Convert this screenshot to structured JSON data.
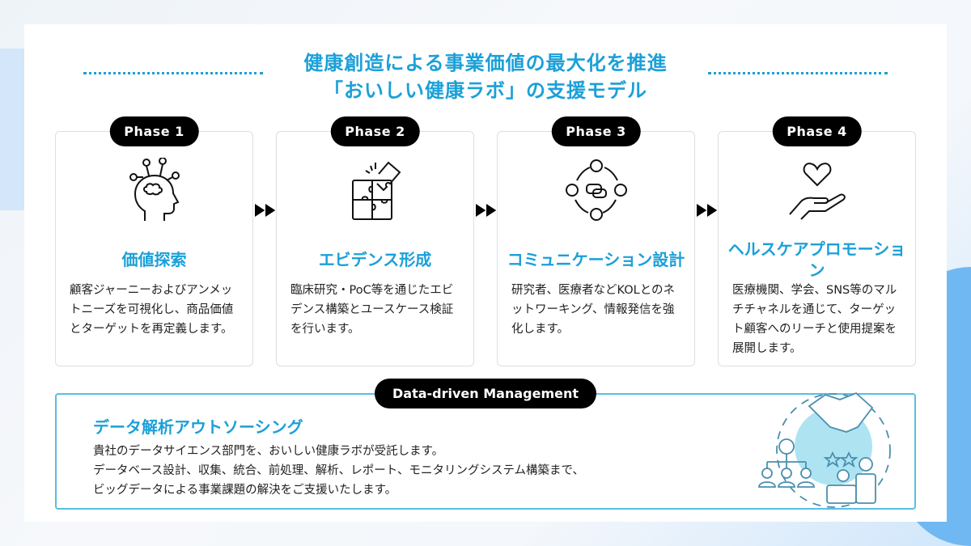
{
  "header": {
    "line1": "健康創造による事業価値の最大化を推進",
    "line2": "「おいしい健康ラボ」の支援モデル"
  },
  "phases": [
    {
      "badge": "Phase 1",
      "icon": "head-network-icon",
      "title": "価値探索",
      "body": "顧客ジャーニーおよびアンメットニーズを可視化し、商品価値とターゲットを再定義します。"
    },
    {
      "badge": "Phase 2",
      "icon": "puzzle-icon",
      "title": "エビデンス形成",
      "body": "臨床研究・PoC等を通じたエビデンス構築とユースケース検証を行います。"
    },
    {
      "badge": "Phase 3",
      "icon": "people-communication-icon",
      "title": "コミュニケーション設計",
      "body": "研究者、医療者などKOLとのネットワーキング、情報発信を強化します。"
    },
    {
      "badge": "Phase 4",
      "icon": "heart-hand-icon",
      "title": "ヘルスケアプロモーション",
      "body": "医療機関、学会、SNS等のマルチチャネルを通じて、ターゲット顧客へのリーチと使用提案を展開します。"
    }
  ],
  "bottom": {
    "badge": "Data-driven Management",
    "heading": "データ解析アウトソーシング",
    "lines": [
      "貴社のデータサイエンス部門を、おいしい健康ラボが受託します。",
      "データベース設計、収集、統合、前処理、解析、レポート、モニタリングシステム構築まで、",
      "ビッグデータによる事業課題の解決をご支援いたします。"
    ]
  },
  "colors": {
    "accent": "#1ba0d8",
    "badge": "#000000",
    "border": "#5bbde2"
  }
}
